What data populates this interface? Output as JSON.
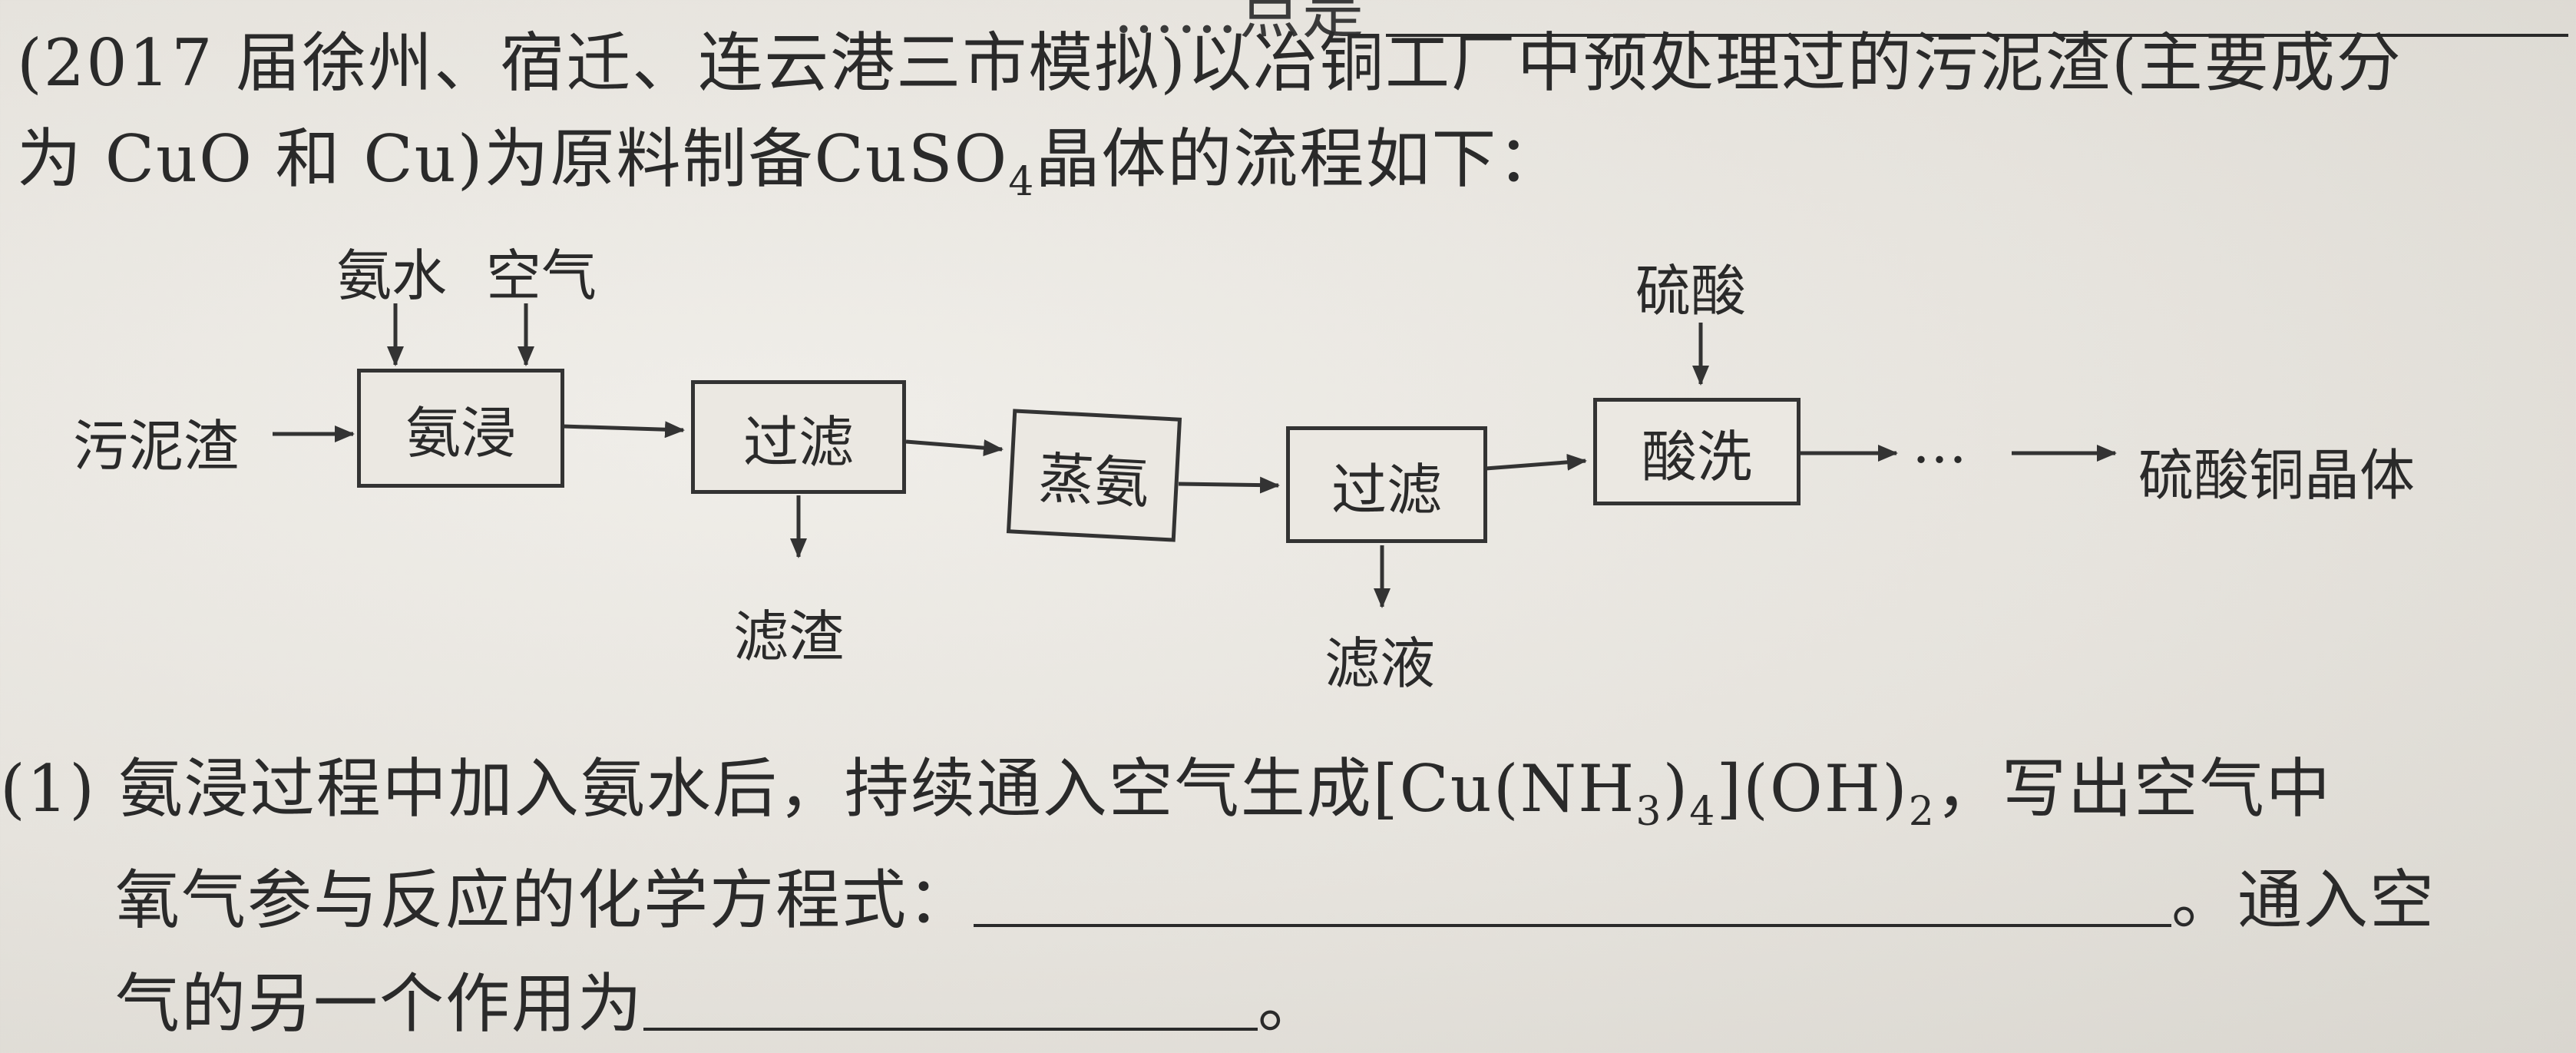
{
  "question": {
    "top_fragment": "……点是",
    "top_fragment_end": "。",
    "intro_line1": "(2017 届徐州、宿迁、连云港三市模拟)以冶铜工厂中预处理过的污泥渣(主要成分",
    "intro_line2_a": "为 CuO 和 Cu)为原料制备CuSO",
    "intro_line2_sub": "4",
    "intro_line2_b": "晶体的流程如下："
  },
  "flow": {
    "input_label": "污泥渣",
    "reagent_ammonia": "氨水",
    "reagent_air": "空气",
    "step1": "氨浸",
    "step2": "过滤",
    "byproduct1": "滤渣",
    "step3": "蒸氨",
    "step4": "过滤",
    "byproduct2": "滤液",
    "reagent_acid": "硫酸",
    "step5": "酸洗",
    "ellipsis": "…",
    "product": "硫酸铜晶体"
  },
  "part1": {
    "line1_a": "(1) 氨浸过程中加入氨水后，持续通入空气生成[Cu(NH",
    "line1_sub1": "3",
    "line1_b": ")",
    "line1_sub2": "4",
    "line1_c": "](OH)",
    "line1_sub3": "2",
    "line1_d": "，写出空气中",
    "line2_a": "氧气参与反应的化学方程式：",
    "line2_b": "。通入空",
    "line3_a": "气的另一个作用为",
    "line3_b": "。"
  }
}
